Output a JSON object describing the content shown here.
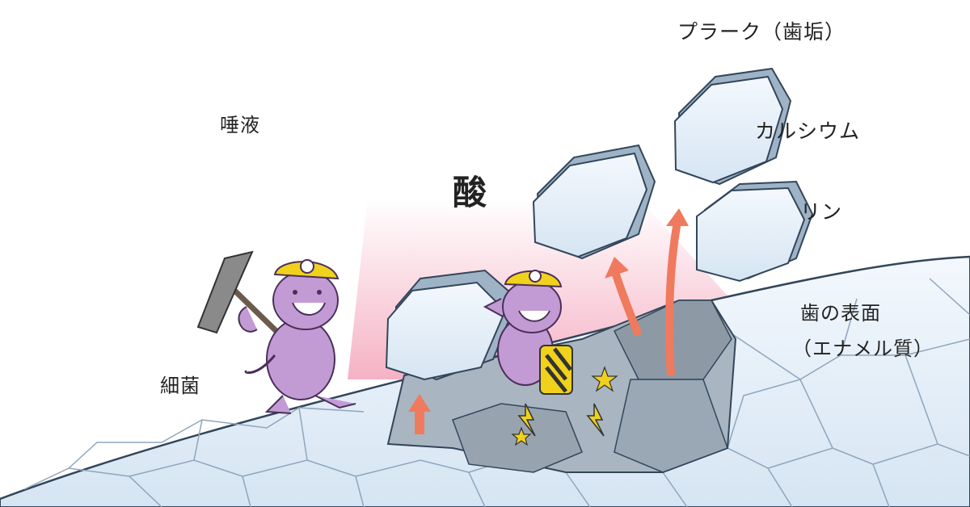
{
  "labels": {
    "plaque": "プラーク（歯垢）",
    "saliva": "唾液",
    "acid": "酸",
    "calcium": "カルシウム",
    "phosphorus": "リン",
    "tooth_surface_line1": "歯の表面",
    "tooth_surface_line2": "（エナメル質）",
    "bacteria": "細菌"
  },
  "colors": {
    "acid_haze": "#f4a9be",
    "crystal_face": "#dce9f6",
    "crystal_edge": "#33465a",
    "crystal_side": "#9fb3c6",
    "crystal_shadow": "#8d9aa6",
    "bacteria_body": "#c39bd4",
    "helmet": "#f0d11c",
    "arrow": "#ef7a5e"
  },
  "icons": [
    "pickaxe-icon",
    "drill-icon",
    "helmet-icon",
    "lightning-icon",
    "star-icon"
  ]
}
